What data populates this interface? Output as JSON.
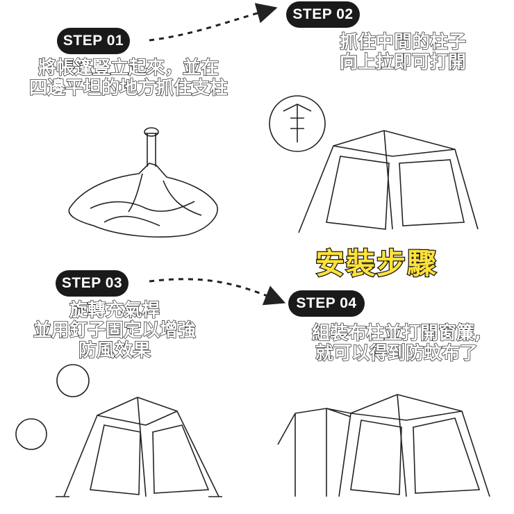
{
  "title": "安裝步驟",
  "steps": [
    {
      "label": "STEP 01",
      "lines": [
        "將帳篷豎立起來，並在",
        "四邊平坦的地方抓住支柱"
      ]
    },
    {
      "label": "STEP 02",
      "lines": [
        "抓住中間的柱子",
        "向上拉即可打開"
      ]
    },
    {
      "label": "STEP 03",
      "lines": [
        "旋轉充氣桿",
        "並用釘子固定以增強",
        "防風效果"
      ]
    },
    {
      "label": "STEP 04",
      "lines": [
        "組裝布柱並打開窗簾,",
        "就可以得到防蚊布了"
      ]
    }
  ],
  "colors": {
    "pill": "#1a1a1a",
    "title_fill": "#ffe23a",
    "line": "#222222"
  }
}
